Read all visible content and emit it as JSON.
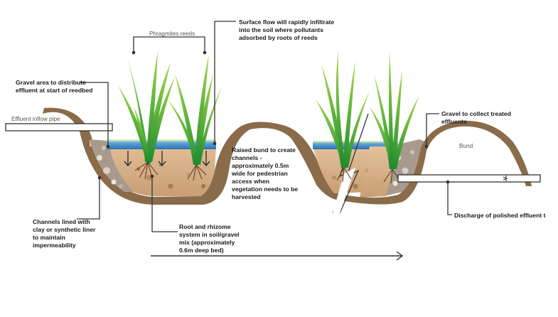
{
  "labels": {
    "phragmites": [
      "Phragmites reeds"
    ],
    "surface_flow": [
      "Surface flow will rapidly infiltrate",
      "into the soil where pollutants",
      "adsorbed by roots of reeds"
    ],
    "gravel_area": [
      "Gravel area to distribute",
      "effluent at start of reedbed"
    ],
    "inflow": [
      "Effluent  inflow pipe"
    ],
    "raised_bund": [
      "Raised bund to create",
      "channels -",
      "approximately 0.5m",
      "wide for pedestrian",
      "access when",
      "vegetation needs to be",
      "harvested"
    ],
    "gravel_collect": [
      "Gravel to collect treated",
      "effluents"
    ],
    "bund": [
      "Bund"
    ],
    "channels": [
      "Channels lined with",
      "clay or synthetic liner",
      "to maintain",
      "impermeability"
    ],
    "root_rhizome": [
      "Root and rhizome",
      "system in soil/gravel",
      "mix (approximately",
      "0.6m deep bed)"
    ],
    "discharge": [
      "Discharge of polished effluent t"
    ]
  },
  "colors": {
    "liner": "#8a6b4a",
    "soil": "#d9b48c",
    "water": "#3b86c8",
    "gravel": "#a89a8c",
    "reed": "#3aa13a"
  }
}
